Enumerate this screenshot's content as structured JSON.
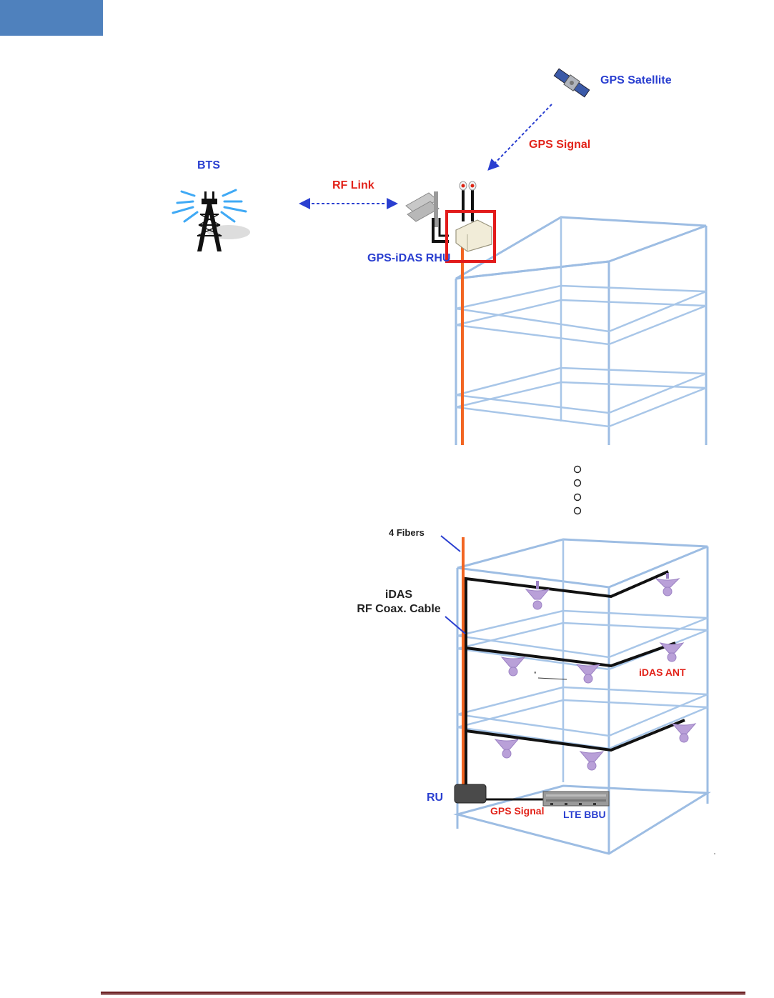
{
  "labels": {
    "gps_satellite": "GPS Satellite",
    "gps_signal_top": "GPS Signal",
    "bts": "BTS",
    "rf_link": "RF Link",
    "gps_idas_rhu": "GPS-iDAS RHU",
    "four_fibers": "4 Fibers",
    "idas_line1": "iDAS",
    "idas_line2": "RF Coax. Cable",
    "idas_ant": "iDAS ANT",
    "ru": "RU",
    "gps_signal_bottom": "GPS Signal",
    "lte_bbu": "LTE BBU"
  },
  "colors": {
    "blue_label": "#2a3fd0",
    "red_label": "#e2231a",
    "building_lines": "#9dbde3",
    "fiber": "#f26522",
    "highlight": "#e21b1b",
    "corner_tab": "#4f81bd",
    "footer_rule": "#6b1f22"
  },
  "icons": [
    "satellite-icon",
    "cell-tower-icon",
    "panel-antenna-icon",
    "rhu-unit-icon",
    "ceiling-antenna-icon",
    "ru-unit-icon",
    "bbu-rack-icon"
  ]
}
